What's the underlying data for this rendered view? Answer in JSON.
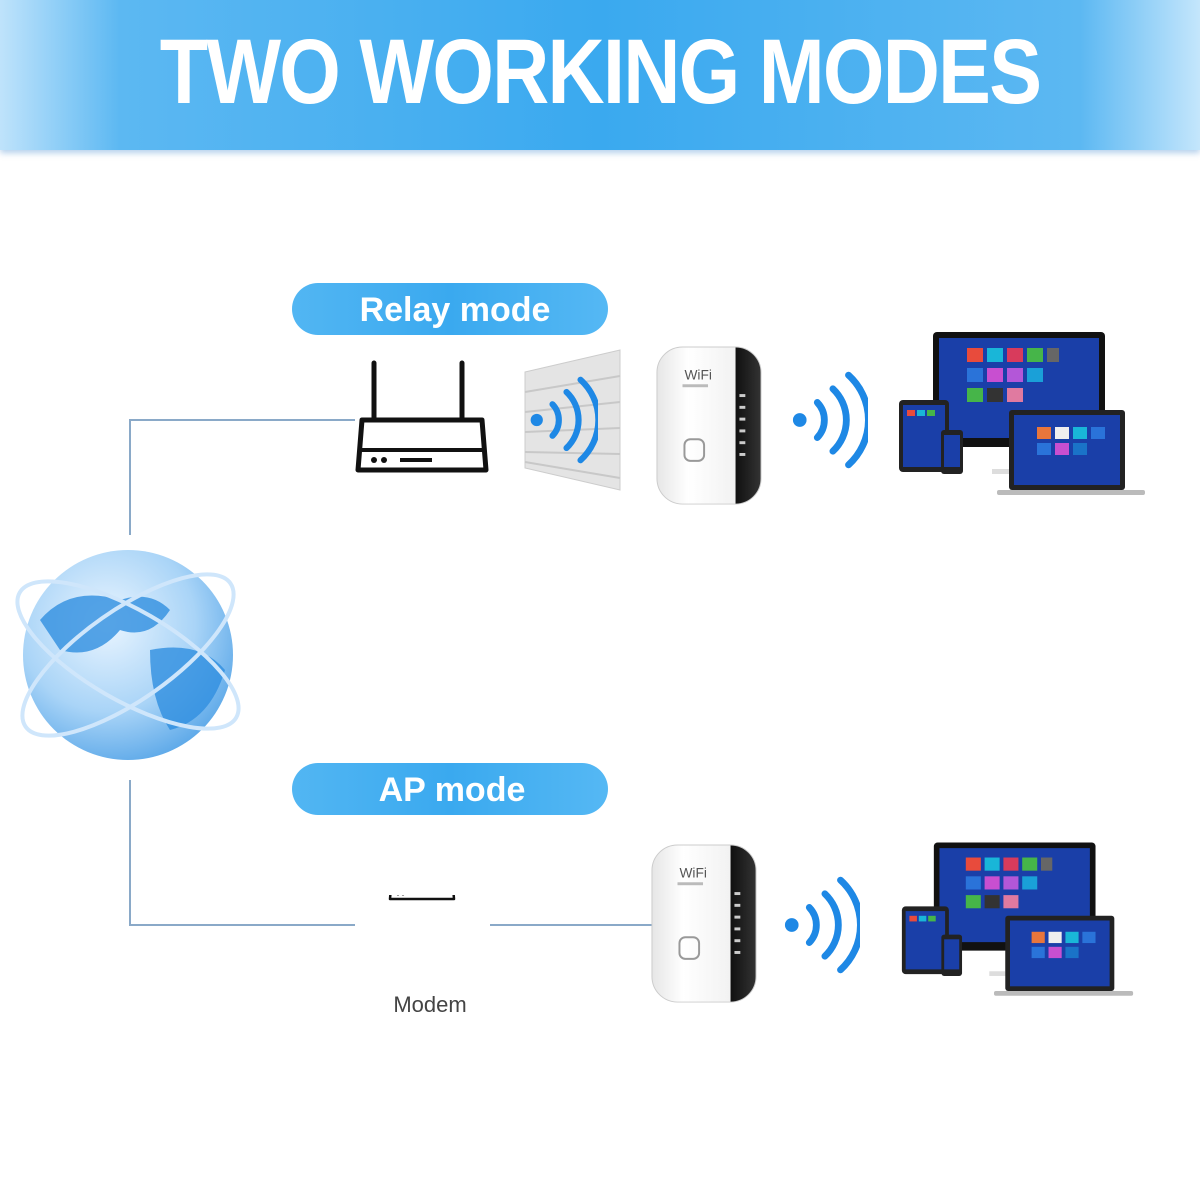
{
  "header": {
    "title": "TWO WORKING MODES"
  },
  "relay": {
    "label": "Relay mode"
  },
  "ap": {
    "label": "AP mode",
    "modem_label": "Modem"
  },
  "colors": {
    "accent": "#3aa9ef",
    "line": "#8aa9c8",
    "wave": "#1e88e5",
    "device_screen": "#1a3fa8"
  },
  "icons": [
    "globe-icon",
    "router-icon",
    "brick-wall-icon",
    "wifi-extender-icon",
    "wifi-waves-icon",
    "devices-icon",
    "modem-icon"
  ]
}
